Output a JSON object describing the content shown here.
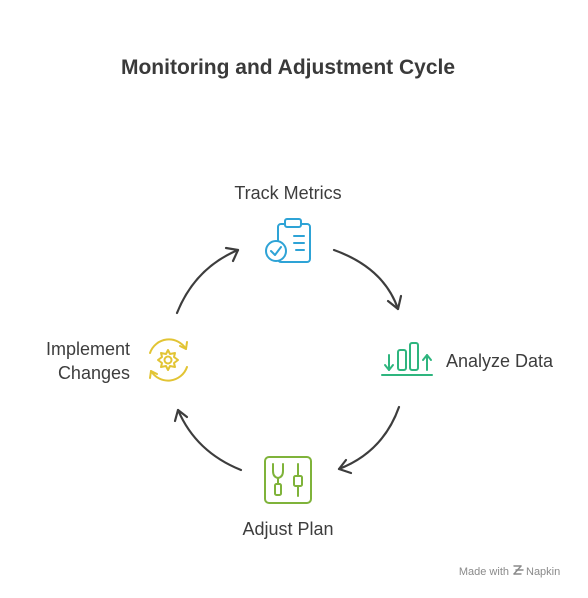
{
  "title": "Monitoring and Adjustment Cycle",
  "steps": [
    {
      "label": "Track Metrics",
      "icon": "clipboard-check-icon",
      "color": "#2ea3d6"
    },
    {
      "label": "Analyze Data",
      "icon": "bar-chart-icon",
      "color": "#2eb57e"
    },
    {
      "label": "Adjust Plan",
      "icon": "tools-icon",
      "color": "#7fb33a"
    },
    {
      "label": "Implement Changes",
      "label_lines": [
        "Implement",
        "Changes"
      ],
      "icon": "gear-cycle-icon",
      "color": "#e2c434"
    }
  ],
  "watermark": {
    "prefix": "Made with",
    "brand": "Napkin"
  },
  "arrow_color": "#3d3d3d"
}
